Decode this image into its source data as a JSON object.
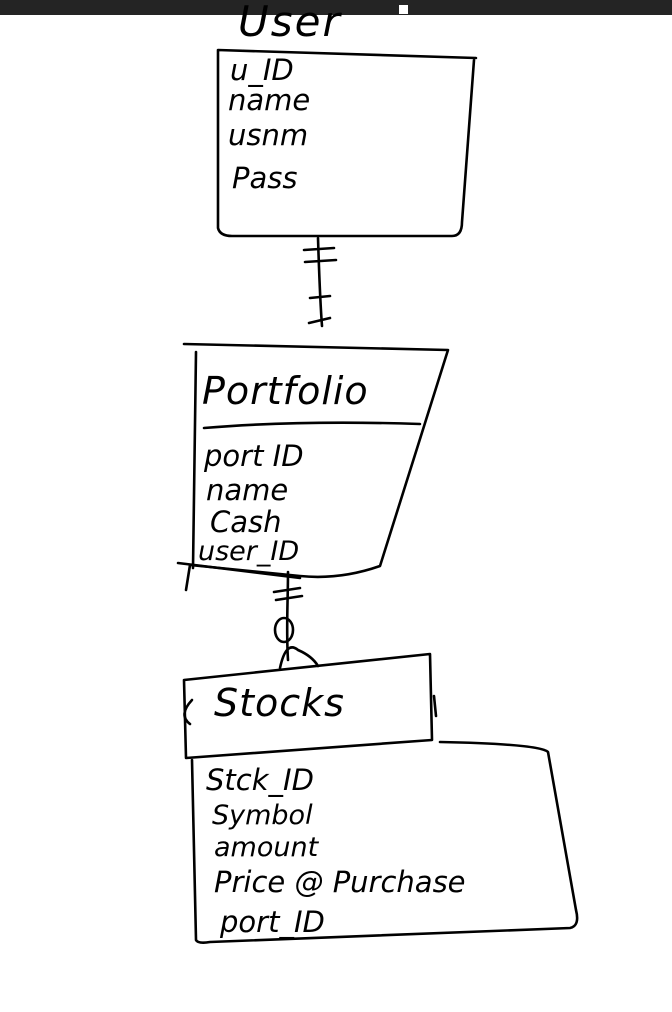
{
  "entities": {
    "user": {
      "title": "User",
      "fields": [
        "u_ID",
        "name",
        "usnm",
        "Pass"
      ]
    },
    "portfolio": {
      "title": "Portfolio",
      "fields": [
        "port ID",
        "name",
        "Cash",
        "user_ID"
      ]
    },
    "stocks": {
      "title": "Stocks",
      "fields": [
        "Stck_ID",
        "Symbol",
        "amount",
        "Price @ Purchase",
        "port_ID"
      ]
    }
  },
  "relationships": [
    {
      "from": "User",
      "to": "Portfolio"
    },
    {
      "from": "Portfolio",
      "to": "Stocks"
    }
  ],
  "colors": {
    "ink": "#000000",
    "background": "#ffffff",
    "toolbar": "#242424"
  }
}
